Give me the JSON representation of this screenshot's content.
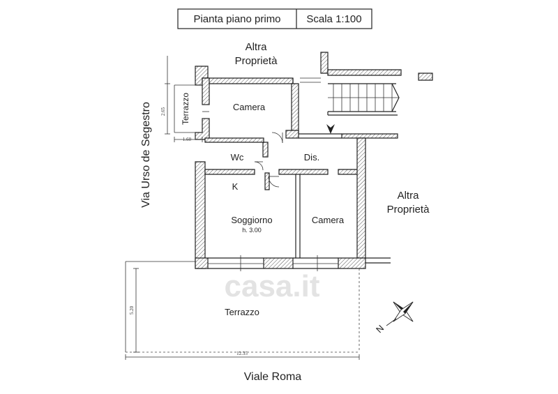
{
  "title_block": {
    "title": "Pianta piano primo",
    "scale": "Scala 1:100"
  },
  "labels": {
    "altra_top_1": "Altra",
    "altra_top_2": "Proprietà",
    "altra_right_1": "Altra",
    "altra_right_2": "Proprietà",
    "street_left": "Via Urso de Segestro",
    "street_bottom": "Viale Roma"
  },
  "rooms": {
    "camera_top": "Camera",
    "terrazzo_small": "Terrazzo",
    "wc": "Wc",
    "dis": "Dis.",
    "k": "K",
    "soggiorno": "Soggiorno",
    "soggiorno_height": "h. 3.00",
    "camera_right": "Camera",
    "terrazzo_big": "Terrazzo"
  },
  "dimensions": {
    "small_terrace_height": "2.65",
    "small_terrace_width": "1.60",
    "big_terrace_height": "5.20",
    "big_terrace_width": "12.35"
  },
  "compass": {
    "north": "N"
  },
  "watermark": "casa.it"
}
